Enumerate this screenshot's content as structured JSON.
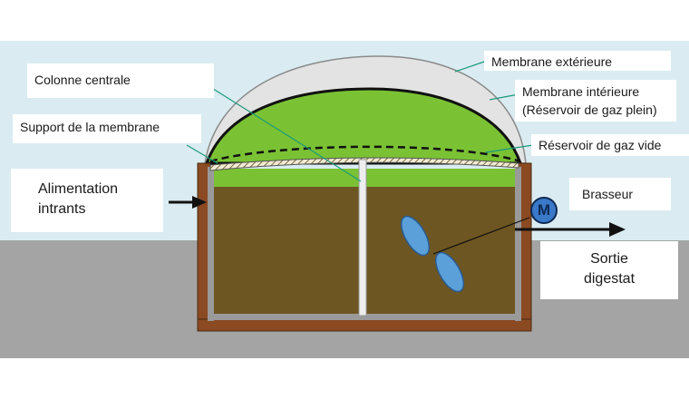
{
  "labels": {
    "membrane_exterieure": "Membrane extérieure",
    "colonne_centrale": "Colonne centrale",
    "membrane_interieure_1": "Membrane intérieure",
    "membrane_interieure_2": "(Réservoir de gaz plein)",
    "support_membrane": "Support de la membrane",
    "reservoir_vide": "Réservoir de gaz vide",
    "alimentation_1": "Alimentation",
    "alimentation_2": "intrants",
    "brasseur": "Brasseur",
    "sortie_1": "Sortie",
    "sortie_2": "digestat",
    "motor": "M"
  },
  "colors": {
    "sky": "#daecf1",
    "ground": "#a4a4a4",
    "outer_membrane": "#e3e3e3",
    "gas": "#7ac234",
    "digestate": "#6e5622",
    "tank_wall": "#8b4a22",
    "inner_wall": "#9a9a9a",
    "column": "#eeeeee",
    "stirrer": "#5ba0d8",
    "motor": "#3a78c8",
    "leader": "#1a9a7a"
  }
}
